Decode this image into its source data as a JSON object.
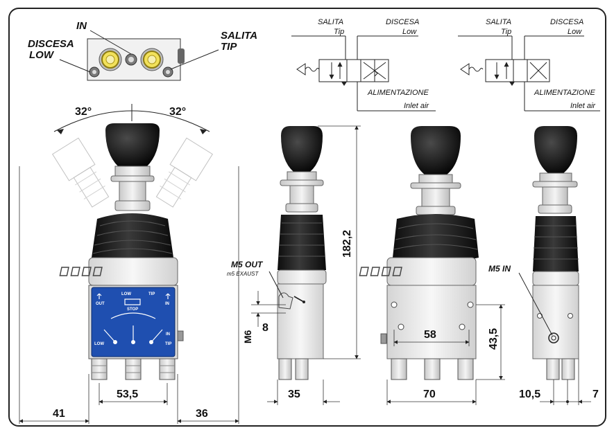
{
  "top_left_ports": {
    "in": "IN",
    "discesa": "DISCESA",
    "low": "LOW",
    "salita": "SALITA",
    "tip": "TIP"
  },
  "schematic_left": {
    "salita": "SALITA",
    "tip": "Tip",
    "discesa": "DISCESA",
    "low": "Low",
    "alimentazione": "ALIMENTAZIONE",
    "inlet_air": "Inlet air"
  },
  "schematic_right": {
    "salita": "SALITA",
    "tip": "Tip",
    "discesa": "DISCESA",
    "low": "Low",
    "alimentazione": "ALIMENTAZIONE",
    "inlet_air": "Inlet air"
  },
  "angles": {
    "left": "32°",
    "right": "32°"
  },
  "front_panel": {
    "low": "LOW",
    "out": "OUT",
    "stop": "STOP",
    "tip": "TIP",
    "in": "IN",
    "low_bottom": "LOW",
    "tip_bottom": "TIP",
    "in_label": "IN"
  },
  "side_labels": {
    "m5_out": "M5 OUT",
    "m5_exaust": "m5 EXAUST",
    "m6": "M6",
    "m5_in": "M5 IN"
  },
  "dimensions": {
    "d41": "41",
    "d53_5": "53,5",
    "d36": "36",
    "d35": "35",
    "d8": "8",
    "d182_2": "182,2",
    "d70": "70",
    "d58": "58",
    "d43_5": "43,5",
    "d10_5": "10,5",
    "d7": "7"
  }
}
